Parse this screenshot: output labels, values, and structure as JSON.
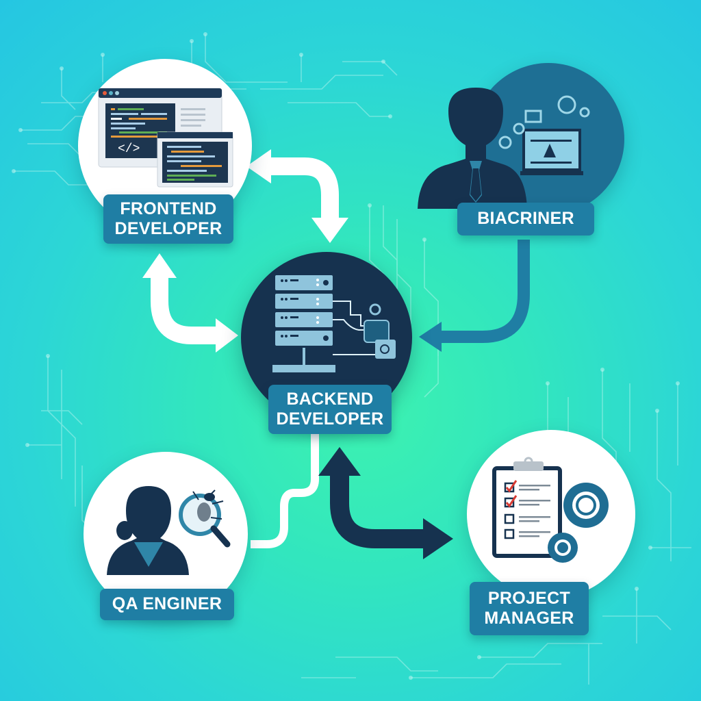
{
  "diagram": {
    "type": "role-workflow",
    "colors": {
      "background_center": "#3df2b0",
      "background_edge": "#25c6e2",
      "label_bg": "#1f7ea4",
      "label_text": "#ffffff",
      "dark_navy": "#16324f",
      "arrow_white": "#ffffff",
      "arrow_blue": "#1f7ea4",
      "arrow_navy": "#16324f"
    },
    "nodes": [
      {
        "id": "frontend",
        "label_line1": "FRONTEND",
        "label_line2": "DEVELOPER",
        "icon": "code-windows-icon"
      },
      {
        "id": "designer",
        "label_line1": "BIACRINER",
        "icon": "businessman-computer-icon"
      },
      {
        "id": "backend",
        "label_line1": "BACKEND",
        "label_line2": "DEVELOPER",
        "icon": "server-rack-icon"
      },
      {
        "id": "qa",
        "label_line1": "QA ENGINER",
        "icon": "woman-bug-magnifier-icon"
      },
      {
        "id": "pm",
        "label_line1": "PROJECT",
        "label_line2": "MANAGER",
        "icon": "clipboard-gears-icon"
      }
    ],
    "edges": [
      {
        "from": "frontend",
        "to": "backend",
        "style": "white",
        "direction": "bidirectional",
        "route": "upper"
      },
      {
        "from": "frontend",
        "to": "backend",
        "style": "white",
        "direction": "bidirectional",
        "route": "lower-left"
      },
      {
        "from": "designer",
        "to": "backend",
        "style": "blue",
        "direction": "to-backend"
      },
      {
        "from": "backend",
        "to": "qa",
        "style": "white-line",
        "direction": "none"
      },
      {
        "from": "backend",
        "to": "pm",
        "style": "navy",
        "direction": "bidirectional"
      }
    ],
    "code_glyph": "</>"
  }
}
